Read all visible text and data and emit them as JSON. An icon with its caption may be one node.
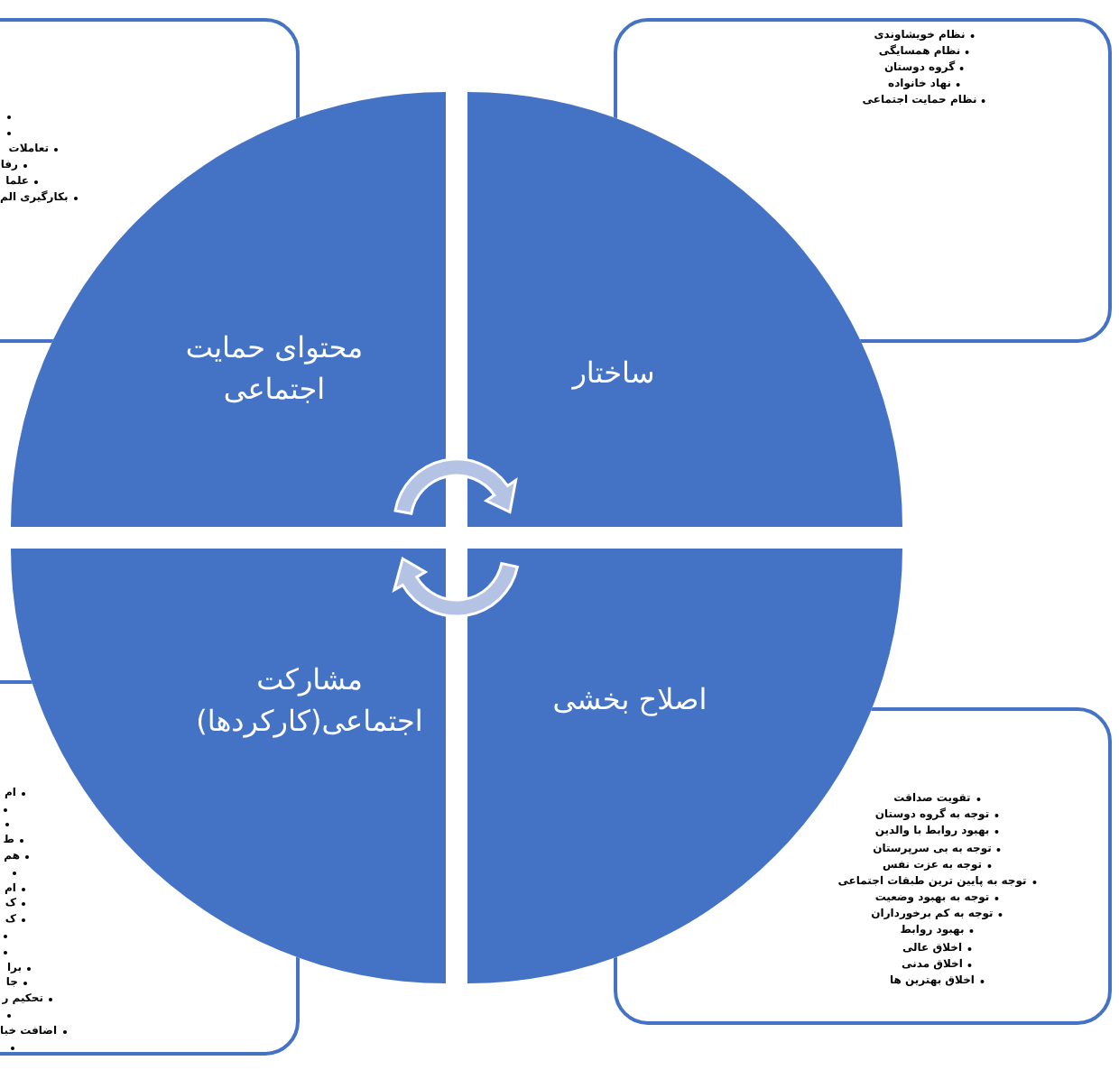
{
  "diagram": {
    "nodes": [
      {
        "text": [
          "تعاملات",
          "رفا",
          "علما",
          "بکارگیری الم"
        ]
      },
      {
        "text": [
          "نظام خویشاوندی",
          "نظام همسایگی",
          "گروه دوستان",
          "نهاد خانواده",
          "نظام حمایت اجتماعی"
        ]
      },
      {
        "text": [
          "محتوای حمایت اجتماعی"
        ]
      },
      {
        "text": [
          "ساختار"
        ]
      },
      {
        "text": [
          "مشارکت اجتماعی(کارکردها)"
        ]
      },
      {
        "text": [
          "اصلاح بخشی"
        ]
      },
      {
        "text": [
          "ام",
          "ط",
          "هم",
          "ام",
          "ک",
          "ک",
          "برا",
          "جا",
          "تحکیم ر",
          "اضافت خبا"
        ]
      },
      {
        "text": [
          "تقویت صداقت",
          "توجه به گروه دوستان",
          "بهبود روابط با والدین",
          "توجه به بی سرپرستان",
          "توجه به عزت نفس",
          "توجه به پایین ترین طبقات اجتماعی",
          "توجه به بهبود وضعیت",
          "توجه به کم برخورداران",
          "بهبود روابط",
          "اخلاق عالی",
          "اخلاق مدنی",
          "اخلاق بهترین ها"
        ]
      }
    ],
    "edges": [
      {
        "from": 2,
        "to": 3,
        "arrow": "to"
      },
      {
        "from": 5,
        "to": 4,
        "arrow": "to"
      }
    ]
  }
}
